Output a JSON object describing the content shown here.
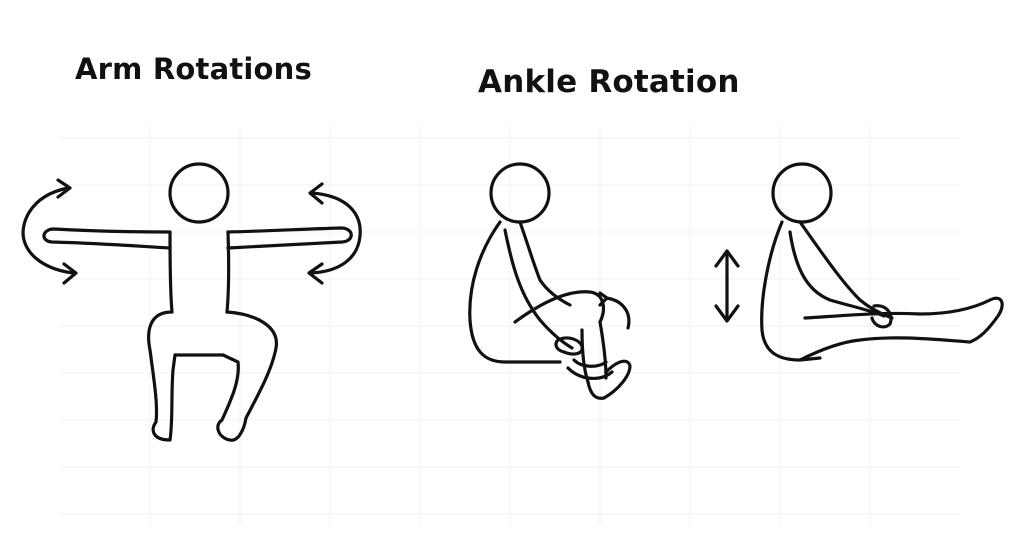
{
  "panels": [
    {
      "id": "arm",
      "title": "Arm Rotations"
    },
    {
      "id": "ankle",
      "title": "Ankle Rotation"
    }
  ],
  "colors": {
    "ink": "#111111",
    "background": "#ffffff",
    "grid": "#f1f1f1"
  },
  "icons": [
    "curved-double-arrow-icon",
    "circular-arrow-icon",
    "vertical-double-arrow-icon"
  ]
}
